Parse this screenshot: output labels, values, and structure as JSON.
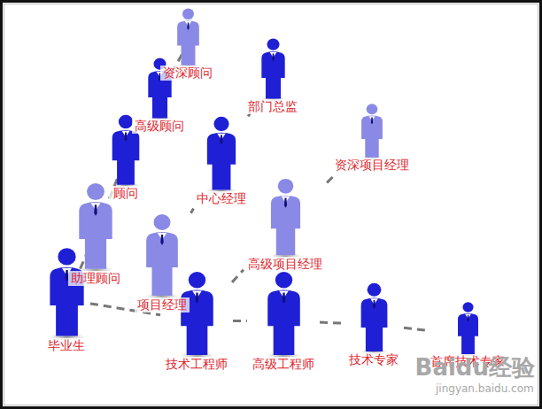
{
  "diagram": {
    "nodes": [
      {
        "text": [
          "毕业生"
        ]
      },
      {
        "text": [
          "助理顾问"
        ]
      },
      {
        "text": [
          "顾问"
        ]
      },
      {
        "text": [
          "高级顾问"
        ]
      },
      {
        "text": [
          "资深顾问"
        ]
      },
      {
        "text": [
          "项目经理"
        ]
      },
      {
        "text": [
          "中心经理"
        ]
      },
      {
        "text": [
          "部门总监"
        ]
      },
      {
        "text": [
          "技术工程师"
        ]
      },
      {
        "text": [
          "高级项目经理"
        ]
      },
      {
        "text": [
          "资深项目经理"
        ]
      },
      {
        "text": [
          "高级工程师"
        ]
      },
      {
        "text": [
          "技术专家"
        ]
      },
      {
        "text": [
          "首席技术专家"
        ]
      }
    ],
    "edges": [
      {
        "from": 0,
        "to": 1,
        "arrow": "none"
      },
      {
        "from": 1,
        "to": 2,
        "arrow": "none"
      },
      {
        "from": 2,
        "to": 3,
        "arrow": "none"
      },
      {
        "from": 3,
        "to": 4,
        "arrow": "none"
      },
      {
        "from": 5,
        "to": 6,
        "arrow": "none"
      },
      {
        "from": 6,
        "to": 7,
        "arrow": "none"
      },
      {
        "from": 8,
        "to": 9,
        "arrow": "none"
      },
      {
        "from": 9,
        "to": 10,
        "arrow": "none"
      },
      {
        "from": 0,
        "to": 8,
        "arrow": "none"
      },
      {
        "from": 8,
        "to": 11,
        "arrow": "none"
      },
      {
        "from": 11,
        "to": 12,
        "arrow": "none"
      },
      {
        "from": 12,
        "to": 13,
        "arrow": "none"
      }
    ],
    "labels": [
      "Baidu经验",
      "jingyan.baidu.com"
    ]
  }
}
